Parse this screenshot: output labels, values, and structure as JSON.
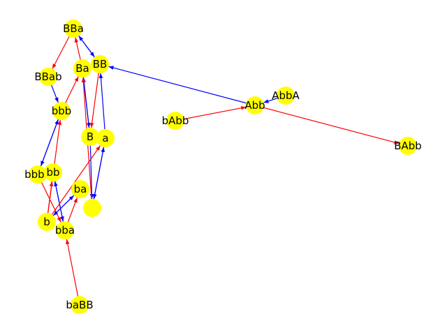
{
  "graph": {
    "colors": {
      "node_fill": "#ffff00",
      "edge_red": "#ff0000",
      "edge_blue": "#0000ff",
      "label": "#000000"
    },
    "nodes": [
      {
        "id": "BBa",
        "label": "BBa"
      },
      {
        "id": "BB",
        "label": "BB"
      },
      {
        "id": "Ba",
        "label": "Ba"
      },
      {
        "id": "BBab",
        "label": "BBab"
      },
      {
        "id": "bbb",
        "label": "bbb"
      },
      {
        "id": "B",
        "label": "B"
      },
      {
        "id": "a",
        "label": "a"
      },
      {
        "id": "bAbb",
        "label": "bAbb"
      },
      {
        "id": "Abb",
        "label": "Abb"
      },
      {
        "id": "AbbA",
        "label": "AbbA"
      },
      {
        "id": "BAbb",
        "label": "BAbb"
      },
      {
        "id": "bbba",
        "label": "bbba"
      },
      {
        "id": "bb",
        "label": "bb"
      },
      {
        "id": "ba",
        "label": "ba"
      },
      {
        "id": "empty",
        "label": ""
      },
      {
        "id": "b",
        "label": "b"
      },
      {
        "id": "bba",
        "label": "bba"
      },
      {
        "id": "baBB",
        "label": "baBB"
      }
    ],
    "edges": [
      {
        "from": "BBa",
        "to": "BBab",
        "color": "red"
      },
      {
        "from": "BBa",
        "to": "BB",
        "color": "blue"
      },
      {
        "from": "BB",
        "to": "BBa",
        "color": "blue"
      },
      {
        "from": "Ba",
        "to": "BBa",
        "color": "red"
      },
      {
        "from": "BB",
        "to": "B",
        "color": "red"
      },
      {
        "from": "BBab",
        "to": "bbb",
        "color": "blue"
      },
      {
        "from": "bbb",
        "to": "Ba",
        "color": "red"
      },
      {
        "from": "bbb",
        "to": "bbba",
        "color": "blue"
      },
      {
        "from": "bbba",
        "to": "bbb",
        "color": "blue"
      },
      {
        "from": "Ba",
        "to": "B",
        "color": "blue"
      },
      {
        "from": "B",
        "to": "Ba",
        "color": "blue"
      },
      {
        "from": "B",
        "to": "empty",
        "color": "blue"
      },
      {
        "from": "empty",
        "to": "a",
        "color": "blue"
      },
      {
        "from": "a",
        "to": "empty",
        "color": "blue"
      },
      {
        "from": "empty",
        "to": "Ba",
        "color": "red"
      },
      {
        "from": "a",
        "to": "BB",
        "color": "blue"
      },
      {
        "from": "Abb",
        "to": "BB",
        "color": "blue"
      },
      {
        "from": "bAbb",
        "to": "Abb",
        "color": "red"
      },
      {
        "from": "AbbA",
        "to": "Abb",
        "color": "blue"
      },
      {
        "from": "Abb",
        "to": "BAbb",
        "color": "red"
      },
      {
        "from": "bbba",
        "to": "bba",
        "color": "red"
      },
      {
        "from": "bba",
        "to": "bb",
        "color": "blue"
      },
      {
        "from": "bb",
        "to": "bba",
        "color": "blue"
      },
      {
        "from": "b",
        "to": "bbb",
        "color": "red"
      },
      {
        "from": "b",
        "to": "ba",
        "color": "blue"
      },
      {
        "from": "ba",
        "to": "b",
        "color": "blue"
      },
      {
        "from": "bba",
        "to": "ba",
        "color": "red"
      },
      {
        "from": "b",
        "to": "a",
        "color": "red"
      },
      {
        "from": "b",
        "to": "bb",
        "color": "red"
      },
      {
        "from": "baBB",
        "to": "bba",
        "color": "red"
      }
    ]
  }
}
